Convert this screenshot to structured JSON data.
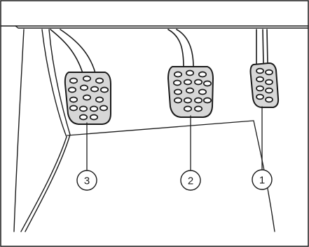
{
  "figure": {
    "description_labels": [
      "3",
      "2",
      "1"
    ],
    "colors": {
      "line": "#1a1a1a",
      "pad_fill": "#d7d7d7",
      "background": "#ffffff"
    }
  }
}
